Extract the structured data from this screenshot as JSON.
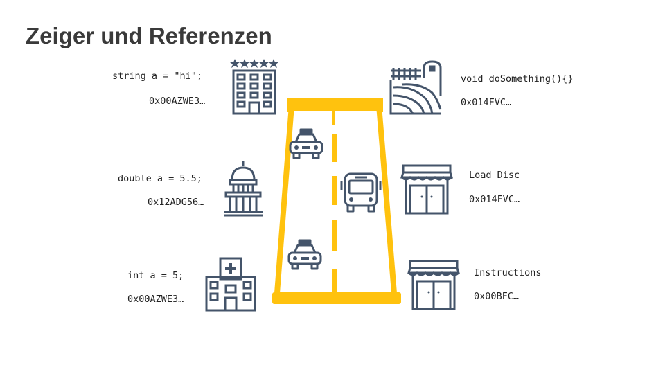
{
  "title": "Zeiger und Referenzen",
  "colors": {
    "road": "#FFC20E",
    "icon": "#44546A",
    "text": "#222222"
  },
  "left": [
    {
      "code": "string a = \"hi\";",
      "address": "0x00AZWE3…",
      "icon": "hotel-icon"
    },
    {
      "code": "double a = 5.5;",
      "address": "0x12ADG56…",
      "icon": "capitol-icon"
    },
    {
      "code": "int a = 5;",
      "address": "0x00AZWE3…",
      "icon": "hospital-icon"
    }
  ],
  "right": [
    {
      "code": "void doSomething(){}",
      "address": "0x014FVC…",
      "icon": "farm-icon"
    },
    {
      "code": "Load Disc",
      "address": "0x014FVC…",
      "icon": "store-icon"
    },
    {
      "code": "Instructions",
      "address": "0x00BFC…",
      "icon": "store-icon"
    }
  ],
  "vehicles": [
    "taxi-icon",
    "bus-icon",
    "taxi-icon"
  ]
}
